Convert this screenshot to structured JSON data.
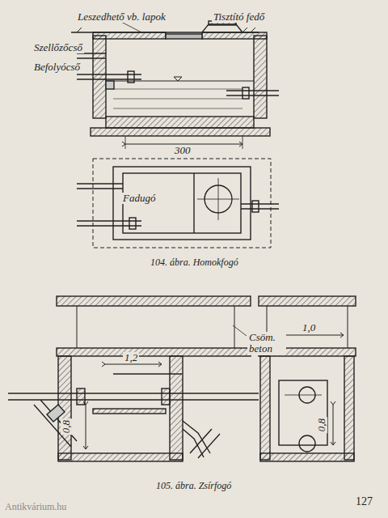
{
  "diagram": {
    "labels": [
      "Leszedhető vb. lapok",
      "Tisztító fedő",
      "Szellőzőcső",
      "Befolyócső",
      "300",
      "Fadugó",
      "104. ábra. Homokfogó",
      "Csöm. beton",
      "1,2",
      "0,8",
      "1,0",
      "0,8",
      "105. ábra. Zsírfogó",
      "127",
      "Antikvárium.hu"
    ]
  }
}
